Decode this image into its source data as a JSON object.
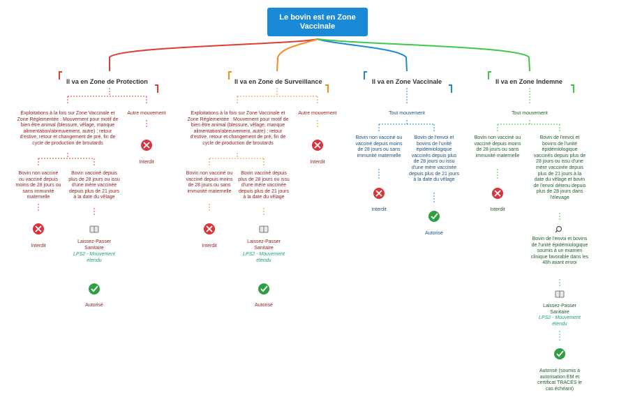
{
  "root": {
    "title": "Le bovin est en Zone Vaccinale"
  },
  "colors": {
    "root_bg": "#1a8ad6",
    "protection": "#e03c31",
    "surveillance": "#f08c22",
    "vaccinale": "#1a8ad6",
    "indemne": "#3cc94a",
    "forbid": "#d9343b",
    "ok": "#2ea043",
    "lps2": "#1aa37a"
  },
  "zones": {
    "protection": {
      "title": "Il va en Zone de Protection",
      "left_condition": "Exploitations à la fois sur Zone Vaccinale et Zone Réglementée : Mouvement pour motif de bien être animal (blessure, vêlage, manque alimentation/abreuvement, autre) ; retour d'estive, retour et changement de pré, fin de cycle de production de broutards",
      "other_movement": "Autre mouvement",
      "other_result": "Interdit",
      "unvaccinated": "Bovin non vacciné ou vacciné depuis moins de 28 jours ou sans immunité maternelle",
      "unvaccinated_result": "Interdit",
      "vaccinated": "Bovin vacciné depuis plus de 28 jours ou issu d'une mère vaccinée depuis plus de 21 jours à la date du vêlage",
      "laissez_passer": "Laissez-Passer Sanitaire",
      "lps2": "LPS2 - Mouvement étendu",
      "vaccinated_result": "Autorisé"
    },
    "surveillance": {
      "title": "Il va en Zone de Surveillance",
      "left_condition": "Exploitations à la fois sur Zone Vaccinale et Zone Réglementée : Mouvement pour motif de bien être animal (blessure, vêlage, manque alimentation/abreuvement, autre) ; retour d'estive, retour et changement de pré, fin de cycle de production de broutards",
      "other_movement": "Autre mouvement",
      "other_result": "Interdit",
      "unvaccinated": "Bovin non vacciné ou vacciné depuis moins de 28 jours ou sans immunité maternelle",
      "unvaccinated_result": "Interdit",
      "vaccinated": "Bovin vacciné depuis plus de 28 jours ou issu d'une mère vaccinée depuis plus de 21 jours à la date du vêlage",
      "laissez_passer": "Laissez-Passer Sanitaire",
      "lps2": "LPS2 - Mouvement étendu",
      "vaccinated_result": "Autorisé"
    },
    "vaccinale": {
      "title": "Il va en Zone Vaccinale",
      "movement": "Tout mouvement",
      "unvaccinated": "Bovin non vacciné ou vacciné depuis moins de 28 jours ou sans immunité maternelle",
      "unvaccinated_result": "Interdit",
      "vaccinated": "Bovin de l'envoi et bovins de l'unité épidémiologique vaccinés depuis plus de 28 jours ou issu d'une mère vaccinée depuis plus de 21 jours à la date du vêlage",
      "vaccinated_result": "Autorisé"
    },
    "indemne": {
      "title": "Il va en Zone Indemne",
      "movement": "Tout mouvement",
      "unvaccinated": "Bovin non vacciné ou vacciné depuis moins de 28 jours ou sans immunité maternelle",
      "unvaccinated_result": "Interdit",
      "vaccinated": "Bovin de l'envoi et bovins de l'unité épidémiologique vaccinés depuis plus de 28 jours ou issu d'une mère vaccinée depuis plus de 21 jours à la date du vêlage et bovin de l'envoi détenu depuis plus de 28 jours dans l'élevage",
      "exam": "Bovin de l'envoi et bovins de l'unité épidémiologique soumis à un examen clinique favorable dans les 48h avant envoi",
      "laissez_passer": "Laissez-Passer Sanitaire",
      "lps2": "LPS2 - Mouvement étendu",
      "result": "Autorisé (soumis à autorisation EM et certificat TRACES le cas échéant)"
    }
  }
}
